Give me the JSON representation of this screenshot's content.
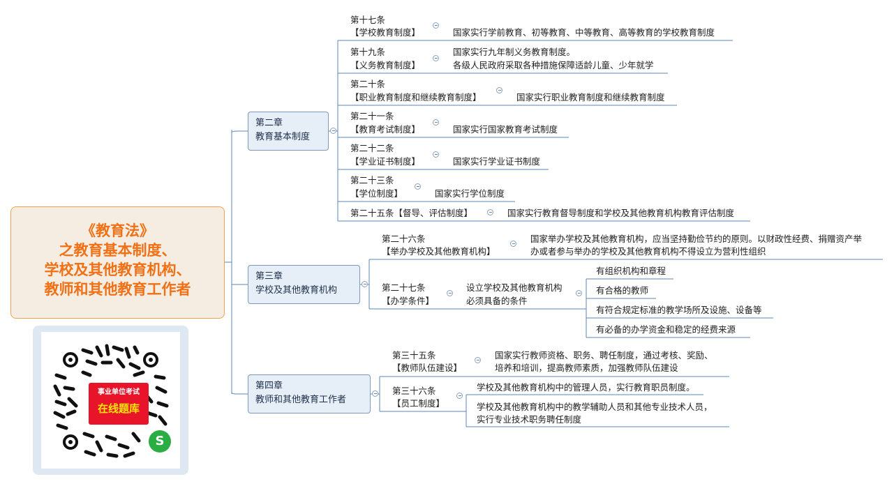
{
  "root": {
    "line1": "《教育法》",
    "line2": "之教育基本制度、",
    "line3": "学校及其他教育机构、",
    "line4": "教师和其他教育工作者"
  },
  "ch2": {
    "label1": "第二章",
    "label2": "教育基本制度",
    "items": [
      {
        "a1": "第十七条",
        "a2": "【学校教育制度】",
        "d1": "国家实行学前教育、初等教育、中等教育、高等教育的学校教育制度"
      },
      {
        "a1": "第十九条",
        "a2": "【义务教育制度】",
        "d1": "国家实行九年制义务教育制度。",
        "d2": "各级人民政府采取各种措施保障适龄儿童、少年就学"
      },
      {
        "a1": "第二十条",
        "a2": "【职业教育制度和继续教育制度】",
        "d1": "国家实行职业教育制度和继续教育制度"
      },
      {
        "a1": "第二十一条",
        "a2": "【教育考试制度】",
        "d1": "国家实行国家教育考试制度"
      },
      {
        "a1": "第二十二条",
        "a2": "【学业证书制度】",
        "d1": "国家实行学业证书制度"
      },
      {
        "a1": "第二十三条",
        "a2": "【学位制度】",
        "d1": "国家实行学位制度"
      },
      {
        "a1": "第二十五条【督导、评估制度】",
        "d1": "国家实行教育督导制度和学校及其他教育机构教育评估制度"
      }
    ]
  },
  "ch3": {
    "label1": "第三章",
    "label2": "学校及其他教育机构",
    "art26": {
      "a1": "第二十六条",
      "a2": "【举办学校及其他教育机构】",
      "d1": "国家举办学校及其他教育机构，应当坚持勤俭节约的原则。以财政性经费、捐赠资产举",
      "d2": "办或者参与举办的学校及其他教育机构不得设立为营利性组织"
    },
    "art27": {
      "a1": "第二十七条",
      "a2": "【办学条件】",
      "mid1": "设立学校及其他教育机构",
      "mid2": "必须具备的条件",
      "conds": [
        "有组织机构和章程",
        "有合格的教师",
        "有符合规定标准的教学场所及设施、设备等",
        "有必备的办学资金和稳定的经费来源"
      ]
    }
  },
  "ch4": {
    "label1": "第四章",
    "label2": "教师和其他教育工作者",
    "art35": {
      "a1": "第三十五条",
      "a2": "【教师队伍建设】",
      "d1": "国家实行教师资格、职务、聘任制度，通过考核、奖励、",
      "d2": "培养和培训，提高教师素质，加强教师队伍建设"
    },
    "art36": {
      "a1": "第三十六条",
      "a2": "【员工制度】",
      "d1": "学校及其他教育机构中的管理人员，实行教育职员制度。",
      "e1": "学校及其他教育机构中的教学辅助人员和其他专业技术人员，",
      "e2": "实行专业技术职务聘任制度"
    }
  },
  "qr": {
    "small": "事业单位考试",
    "big": "在线题库"
  },
  "colors": {
    "root_text": "#f07015",
    "root_border": "#f0a050",
    "box_fill": "#e6eef8",
    "line": "#5b84b8",
    "qr_badge": "#e8152a"
  }
}
